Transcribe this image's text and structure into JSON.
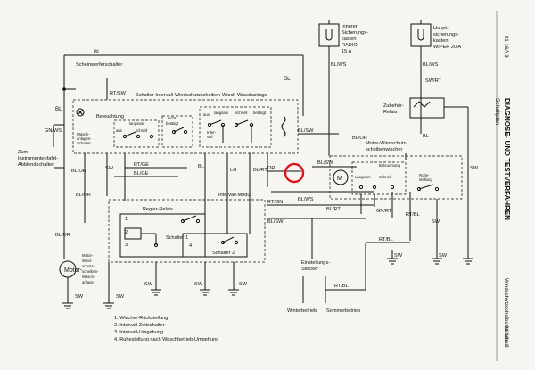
{
  "page": {
    "doc_code": "01-16A-3",
    "section_title": "DIAGNOSE- UND TESTVERFAHREN",
    "subsection": "Schaltplan",
    "side_title": "Windschutzscheibenwischer"
  },
  "fuses": {
    "inner": {
      "lines": [
        "Innerer",
        "Sicherungs-",
        "kasten",
        "RADIO",
        "15 A"
      ]
    },
    "main": {
      "lines": [
        "Haupt-",
        "sicherungs-",
        "kasten",
        "WIPER 20 A"
      ]
    }
  },
  "components": {
    "headlight_switch": "Scheinwerferschalter",
    "switch_assembly": "Schalter-Intervall-Windschutzscheiben-Wisch-Waschanlage",
    "lighting": "Beleuchtung",
    "wash_switch": [
      "Wasch-",
      "anlagen-",
      "Schalter"
    ],
    "instrument_dimmer": [
      "Zum",
      "Instrumentenfafel-",
      "Abblendschalter"
    ],
    "accessory_relay": [
      "Zubehör-",
      "Relais"
    ],
    "wiper_motor_label": [
      "Motor-Windschutz-",
      "scheibenwischer"
    ],
    "interval_module": "Intervall-Modul",
    "regler_relay": "Regler-Relais",
    "switch1": "Schalter 1",
    "switch2": "Schalter 2",
    "washer_motor": [
      "Motor-",
      "Wind-",
      "schutz-",
      "scheiben-",
      "Wasch-",
      "anlage"
    ],
    "setting_connector": [
      "Einstellungs-",
      "Stecker"
    ],
    "winter": "Winterbetrieb",
    "summer": "Sommerbetrieb",
    "motor_inner": {
      "beleuchtung": "Beleuchtung",
      "langsam": "Langsam",
      "schnell": "Schnell",
      "ruhestellung": [
        "Ruhe-",
        "stellung"
      ]
    },
    "switch_positions": [
      "langsam",
      "schnell",
      "aus",
      "Inter-",
      "vall",
      "nicht",
      "betätigt",
      "betätigt"
    ]
  },
  "wire_labels": [
    "BL",
    "RT/SW",
    "GN/WS",
    "BL",
    "SW",
    "BL/OR",
    "BL/OR",
    "BL/OR",
    "RT/GE",
    "BL/GE",
    "BL",
    "LG",
    "BL/RT",
    "OR",
    "BL/SW",
    "BL/WS",
    "BL",
    "BL/WS",
    "SW/RT",
    "BL",
    "SW",
    "BL/WS",
    "RT/GN",
    "BL/SW",
    "GN/RT",
    "RT/BL",
    "RT/BL",
    "SW",
    "SW",
    "SW",
    "SW",
    "SW",
    "SW",
    "SW",
    "RT/BL",
    "RT/SW",
    "RT/GN",
    "BL/RT",
    "BL/SW",
    "BL/OR",
    "SW",
    "SW"
  ],
  "legend": [
    "1. Wischer-Rückstellung",
    "2. Intervall-Zeitschalter",
    "3. Intervall-Umgehung",
    "4. Ruhestellung nach Waschbetrieb-Umgehung"
  ],
  "box_numbers": [
    "1",
    "2",
    "3",
    "4"
  ],
  "highlight_color": "#d9141b"
}
